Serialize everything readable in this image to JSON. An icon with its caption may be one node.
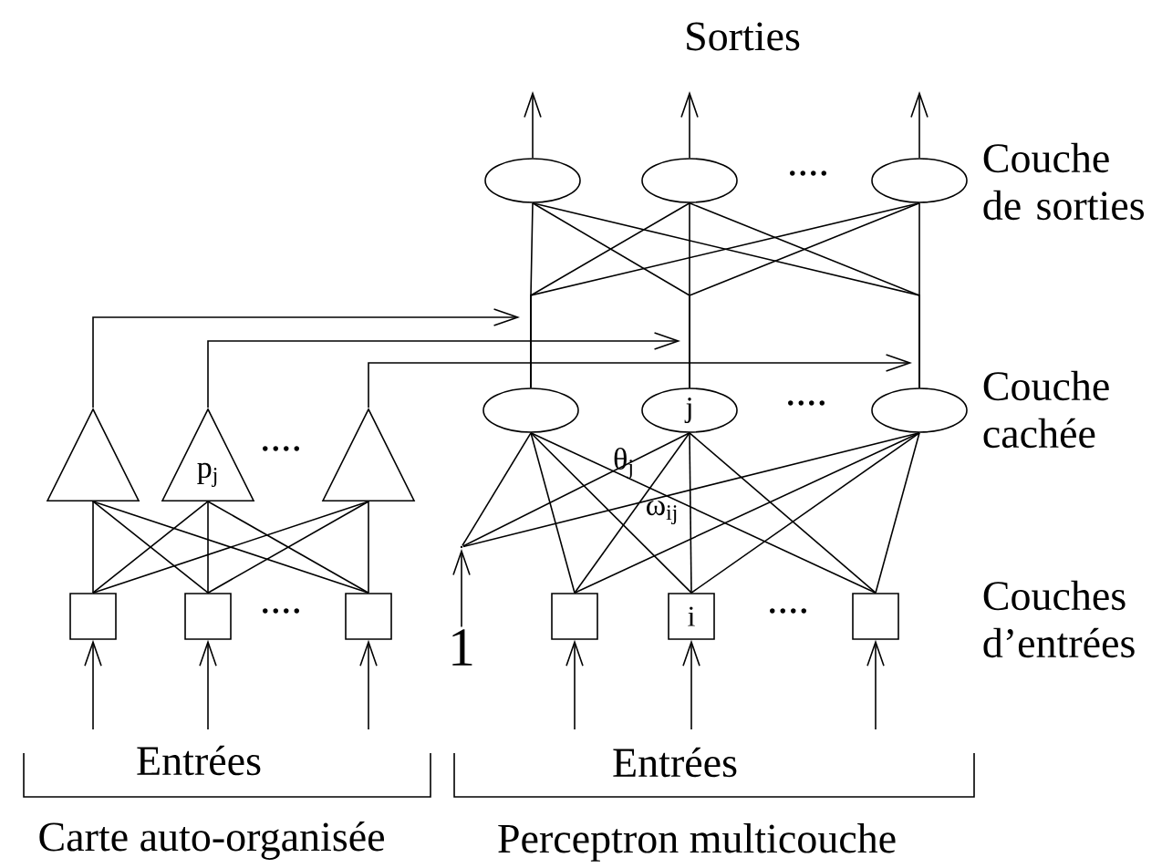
{
  "diagram": {
    "nodes": [
      {
        "text": [],
        "shape": "ellipse"
      },
      {
        "text": [],
        "shape": "ellipse"
      },
      {
        "text": [],
        "shape": "ellipse"
      },
      {
        "text": [],
        "shape": "ellipse"
      },
      {
        "text": [
          "j"
        ]
      },
      {
        "text": [],
        "shape": "ellipse"
      },
      {
        "text": [],
        "shape": "triangle"
      },
      {
        "text": [
          "p$_{j}$"
        ]
      },
      {
        "text": [],
        "shape": "triangle"
      },
      {
        "text": [],
        "shape": "point"
      },
      {
        "text": [],
        "shape": "box"
      },
      {
        "text": [],
        "shape": "box"
      },
      {
        "text": [],
        "shape": "box"
      },
      {
        "text": [],
        "shape": "box"
      },
      {
        "text": [
          "i"
        ]
      },
      {
        "text": [],
        "shape": "box"
      },
      {
        "text": [
          "1"
        ]
      }
    ],
    "edges": [
      {
        "from": 0,
        "to": null,
        "arrow": "to"
      },
      {
        "from": 1,
        "to": null,
        "arrow": "to"
      },
      {
        "from": 2,
        "to": null,
        "arrow": "to"
      },
      {
        "from": 3,
        "to": 0,
        "arrow": "none"
      },
      {
        "from": 3,
        "to": 1,
        "arrow": "none"
      },
      {
        "from": 3,
        "to": 2,
        "arrow": "none"
      },
      {
        "from": 4,
        "to": 0,
        "arrow": "none"
      },
      {
        "from": 4,
        "to": 1,
        "arrow": "none"
      },
      {
        "from": 4,
        "to": 2,
        "arrow": "none"
      },
      {
        "from": 5,
        "to": 0,
        "arrow": "none"
      },
      {
        "from": 5,
        "to": 1,
        "arrow": "none"
      },
      {
        "from": 5,
        "to": 2,
        "arrow": "none"
      },
      {
        "from": 6,
        "to": 3,
        "arrow": "to"
      },
      {
        "from": 7,
        "to": 4,
        "arrow": "to"
      },
      {
        "from": 8,
        "to": 5,
        "arrow": "to"
      },
      {
        "from": 10,
        "to": 6,
        "arrow": "none"
      },
      {
        "from": 10,
        "to": 7,
        "arrow": "none"
      },
      {
        "from": 10,
        "to": 8,
        "arrow": "none"
      },
      {
        "from": 11,
        "to": 6,
        "arrow": "none"
      },
      {
        "from": 11,
        "to": 7,
        "arrow": "none"
      },
      {
        "from": 11,
        "to": 8,
        "arrow": "none"
      },
      {
        "from": 12,
        "to": 6,
        "arrow": "none"
      },
      {
        "from": 12,
        "to": 7,
        "arrow": "none"
      },
      {
        "from": 12,
        "to": 8,
        "arrow": "none"
      },
      {
        "from": 9,
        "to": 3,
        "arrow": "none"
      },
      {
        "from": 9,
        "to": 4,
        "arrow": "none"
      },
      {
        "from": 9,
        "to": 5,
        "arrow": "none"
      },
      {
        "from": 13,
        "to": 3,
        "arrow": "none"
      },
      {
        "from": 13,
        "to": 4,
        "arrow": "none"
      },
      {
        "from": 13,
        "to": 5,
        "arrow": "none"
      },
      {
        "from": 14,
        "to": 3,
        "arrow": "none"
      },
      {
        "from": 14,
        "to": 4,
        "arrow": "none"
      },
      {
        "from": 14,
        "to": 5,
        "arrow": "none"
      },
      {
        "from": 15,
        "to": 3,
        "arrow": "none"
      },
      {
        "from": 15,
        "to": 4,
        "arrow": "none"
      },
      {
        "from": 15,
        "to": 5,
        "arrow": "none"
      },
      {
        "from": 16,
        "to": 9,
        "arrow": "to"
      },
      {
        "from": null,
        "to": 10,
        "arrow": "to"
      },
      {
        "from": null,
        "to": 11,
        "arrow": "to"
      },
      {
        "from": null,
        "to": 12,
        "arrow": "to"
      },
      {
        "from": null,
        "to": 13,
        "arrow": "to"
      },
      {
        "from": null,
        "to": 14,
        "arrow": "to"
      },
      {
        "from": null,
        "to": 15,
        "arrow": "to"
      }
    ],
    "labels": [
      "Sorties",
      "....",
      "Couche de sorties",
      "Couche cachée",
      "....",
      "θ$_{j}$",
      "....",
      "ω$_{ij}$",
      "....",
      "....",
      "Couches d’entrées",
      "Entrées",
      "Entrées",
      "Carte auto-organisée",
      "Perceptron multicouche"
    ]
  }
}
